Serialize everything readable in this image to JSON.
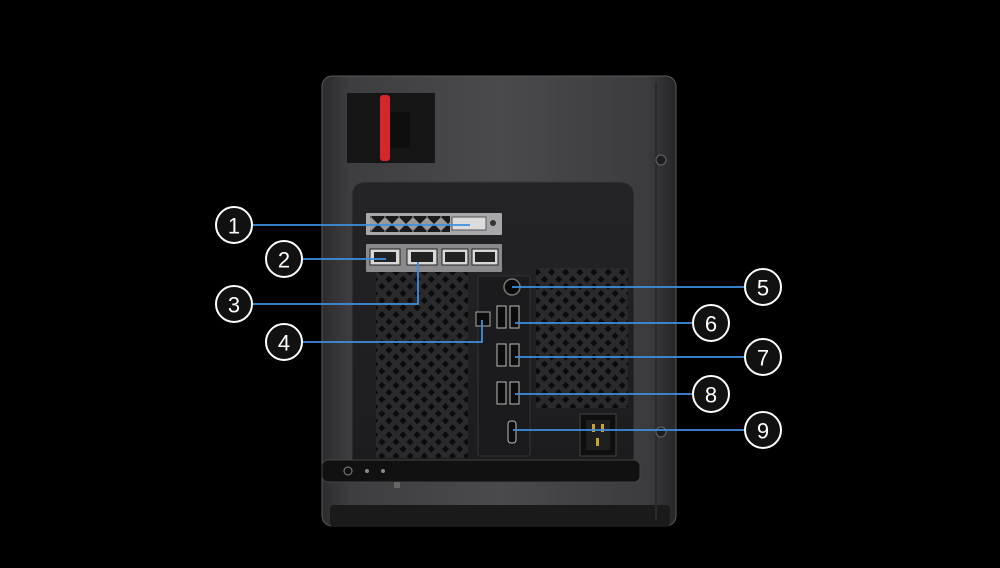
{
  "image": {
    "subject": "computer-tower-rear-panel",
    "accent_color": "#d4262b",
    "callout_line_color": "#3d8fe0",
    "callout_circle_fill": "#111111",
    "callout_circle_stroke": "#ffffff"
  },
  "callouts": [
    {
      "number": "1"
    },
    {
      "number": "2"
    },
    {
      "number": "3"
    },
    {
      "number": "4"
    },
    {
      "number": "5"
    },
    {
      "number": "6"
    },
    {
      "number": "7"
    },
    {
      "number": "8"
    },
    {
      "number": "9"
    }
  ]
}
